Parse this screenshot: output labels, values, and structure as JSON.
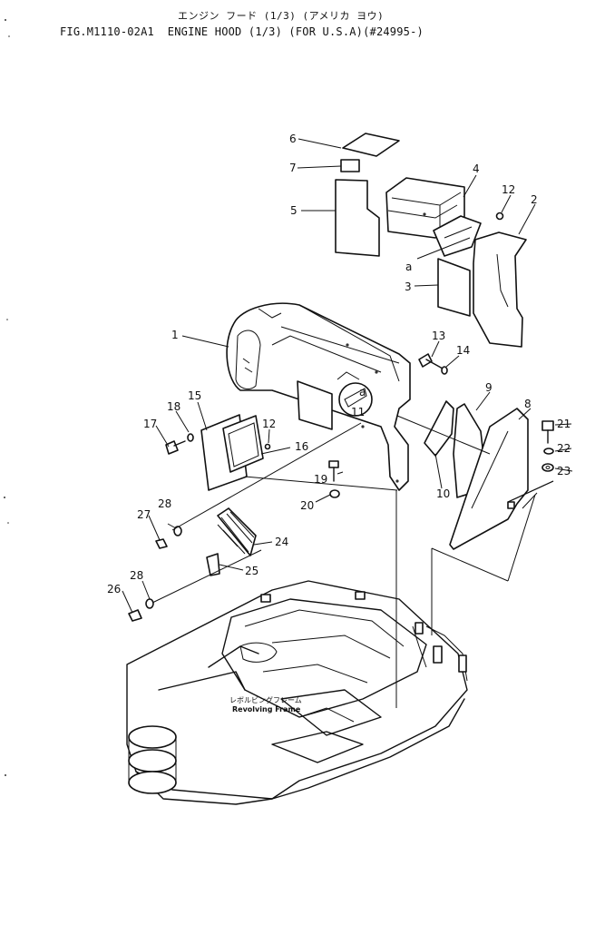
{
  "header": {
    "title_jp": "エンジン フード (1/3) (アメリカ ヨウ)",
    "title_en": "FIG.M1110-02A1  ENGINE HOOD (1/3) (FOR U.S.A)(#24995-)"
  },
  "frame_label": {
    "jp": "レボルビングフレーム",
    "en": "Revolving Frame"
  },
  "callouts": {
    "p1": "1",
    "p2": "2",
    "p3": "3",
    "p4": "4",
    "p5": "5",
    "p6": "6",
    "p7": "7",
    "p8": "8",
    "p9": "9",
    "p10": "10",
    "p11": "11",
    "p12a": "12",
    "p12b": "12",
    "p13": "13",
    "p14": "14",
    "p15": "15",
    "p16": "16",
    "p17": "17",
    "p18": "18",
    "p19": "19",
    "p20": "20",
    "p21": "21",
    "p22": "22",
    "p23": "23",
    "p24": "24",
    "p25": "25",
    "p26": "26",
    "p27": "27",
    "p28a": "28",
    "p28b": "28",
    "a1": "a",
    "a2": "a"
  }
}
